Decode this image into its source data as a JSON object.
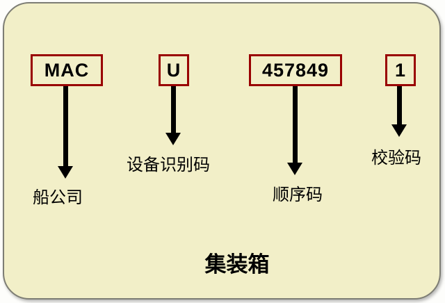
{
  "diagram": {
    "title": "集装箱",
    "segments": [
      {
        "code": "MAC",
        "label": "船公司"
      },
      {
        "code": "U",
        "label": "设备识别码"
      },
      {
        "code": "457849",
        "label": "顺序码"
      },
      {
        "code": "1",
        "label": "校验码"
      }
    ],
    "colors": {
      "panel_background": "#f2efc8",
      "box_border": "#990000",
      "arrow": "#000000",
      "text": "#000000"
    }
  }
}
